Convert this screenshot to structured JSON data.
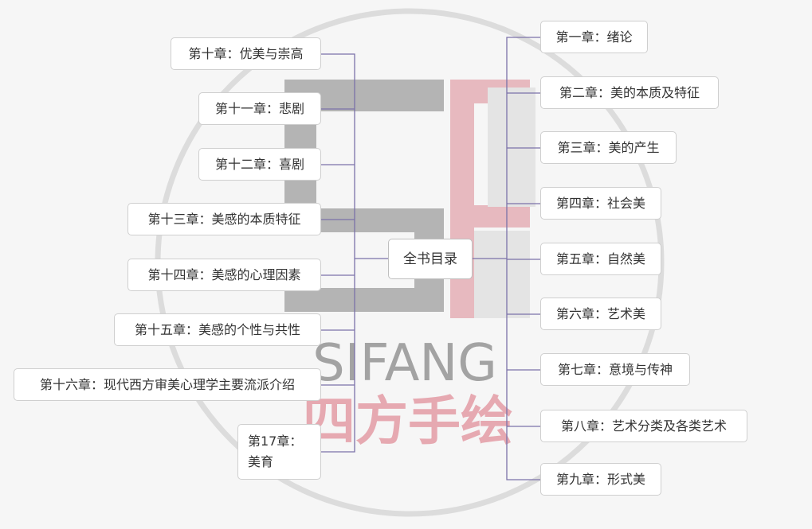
{
  "center": "全书目录",
  "right": [
    "第一章：绪论",
    "第二章：美的本质及特征",
    "第三章：美的产生",
    "第四章：社会美",
    "第五章：自然美",
    "第六章：艺术美",
    "第七章：意境与传神",
    "第八章：艺术分类及各类艺术",
    "第九章：形式美"
  ],
  "left": [
    "第十章：优美与崇高",
    "第十一章：悲剧",
    "第十二章：喜剧",
    "第十三章：美感的本质特征",
    "第十四章：美感的心理因素",
    "第十五章：美感的个性与共性",
    "第十六章：现代西方审美心理学主要流派介绍"
  ],
  "left_last": {
    "line1": "第17章：",
    "line2": "美育"
  },
  "watermark": {
    "latin": "SIFANG",
    "chinese": "四方手绘"
  },
  "colors": {
    "connector": "#7b72a9",
    "node_border": "#cfcfcf",
    "watermark_red": "#e3a4ad",
    "watermark_gray": "#9a9a9a"
  }
}
